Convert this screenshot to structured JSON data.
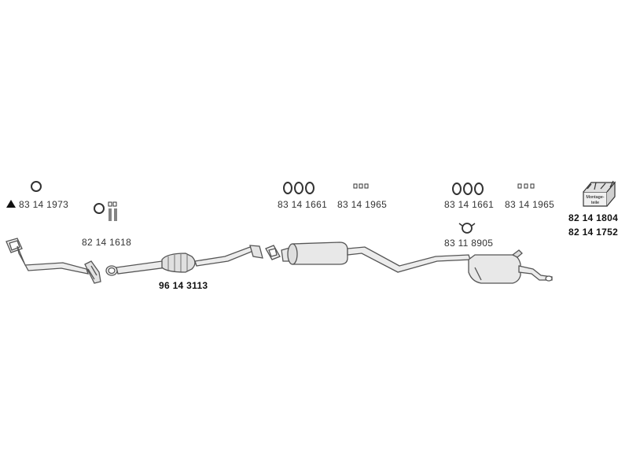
{
  "parts": {
    "gasket_front": "83 14 1973",
    "clamp_kit_front": "82 14 1618",
    "catalytic_converter": "96 14 3113",
    "hangers_middle": "83 14 1661",
    "clips_middle": "83 14 1965",
    "hangers_rear": "83 14 1661",
    "clips_rear": "83 14 1965",
    "clamp_rear": "83 11 8905",
    "mounting_kit_1": "82 14 1804",
    "mounting_kit_2": "82 14 1752"
  },
  "box_label": {
    "line1": "Montage-",
    "line2": "teile"
  },
  "colors": {
    "line": "#555555",
    "fill": "#e6e6e6",
    "text": "#333333"
  }
}
